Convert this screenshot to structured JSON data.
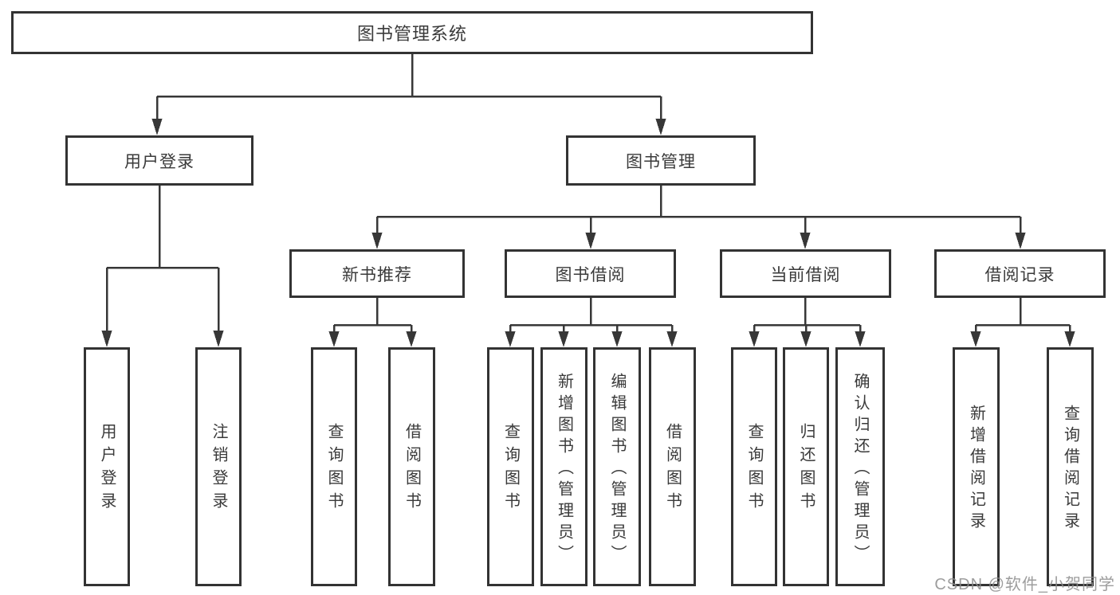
{
  "diagram": {
    "root": {
      "label": "图书管理系统"
    },
    "branches": [
      {
        "label": "用户登录",
        "children": [
          "用户登录",
          "注销登录"
        ]
      },
      {
        "label": "图书管理",
        "children": [
          {
            "label": "新书推荐",
            "children": [
              "查询图书",
              "借阅图书"
            ]
          },
          {
            "label": "图书借阅",
            "children": [
              "查询图书",
              "新增图书（管理员）",
              "编辑图书（管理员）",
              "借阅图书"
            ]
          },
          {
            "label": "当前借阅",
            "children": [
              "查询图书",
              "归还图书",
              "确认归还（管理员）"
            ]
          },
          {
            "label": "借阅记录",
            "children": [
              "新增借阅记录",
              "查询借阅记录"
            ]
          }
        ]
      }
    ]
  },
  "watermark": {
    "text": "CSDN @软件_小贺同学"
  },
  "colors": {
    "line": "#373737",
    "box_border": "#333333",
    "text": "#3a3a3a",
    "watermark": "#8c8c8c",
    "background": "#ffffff"
  }
}
